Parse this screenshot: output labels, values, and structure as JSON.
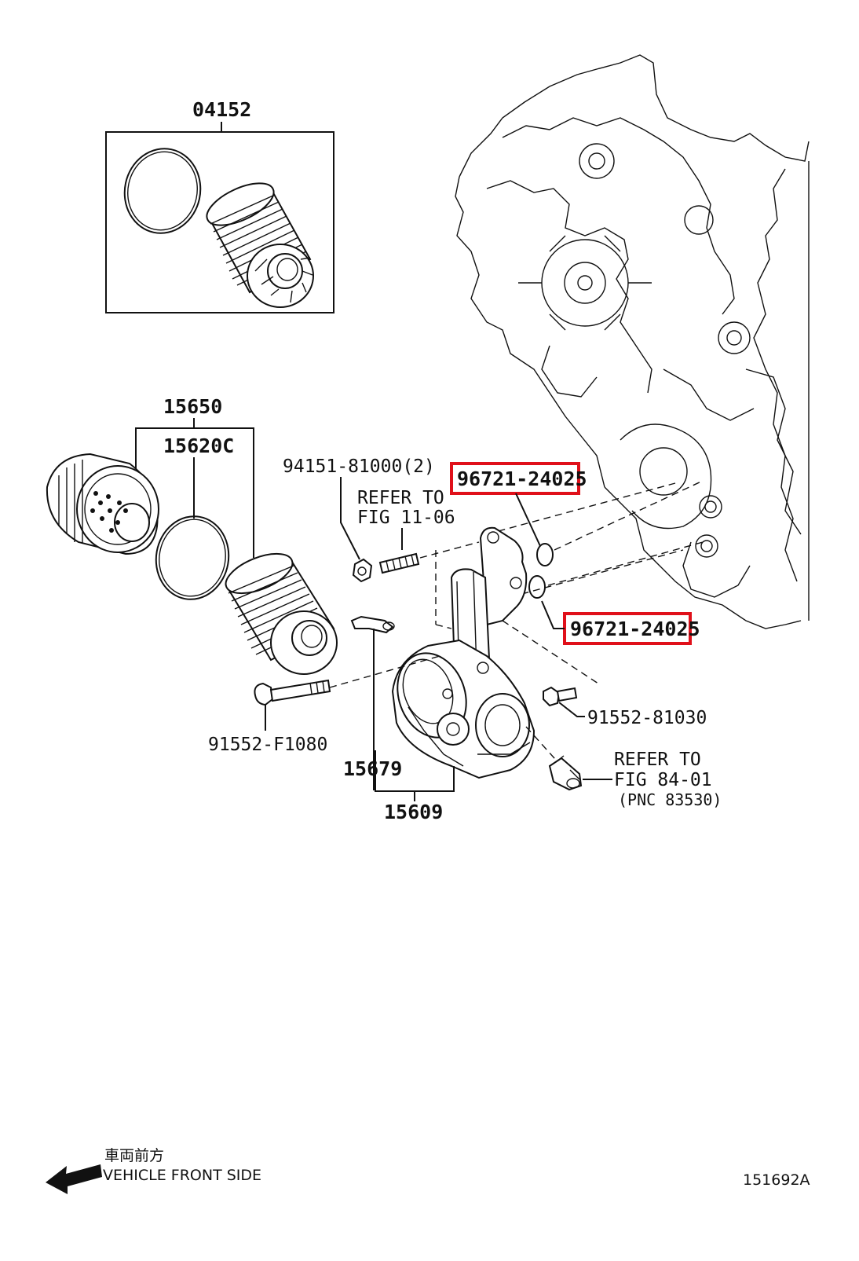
{
  "labels": {
    "p04152": "04152",
    "p15650": "15650",
    "p15620c": "15620C",
    "p94151": "94151-81000(2)",
    "refer_top_1": "REFER TO",
    "refer_top_2": "FIG 11-06",
    "p96721_a": "96721-24025",
    "p96721_b": "96721-24025",
    "p91552_81030": "91552-81030",
    "p91552_f1080": "91552-F1080",
    "p15679": "15679",
    "p15609": "15609",
    "refer_bottom_1": "REFER TO",
    "refer_bottom_2": "FIG 84-01",
    "refer_bottom_3": "(PNC 83530)"
  },
  "footer": {
    "direction_jp": "車両前方",
    "direction_en": "VEHICLE FRONT SIDE",
    "figure_id": "151692A"
  },
  "colors": {
    "highlight": "#e0101a",
    "line": "#111111",
    "background": "#ffffff"
  },
  "icons": {
    "direction_arrow": "arrow-left-icon"
  }
}
